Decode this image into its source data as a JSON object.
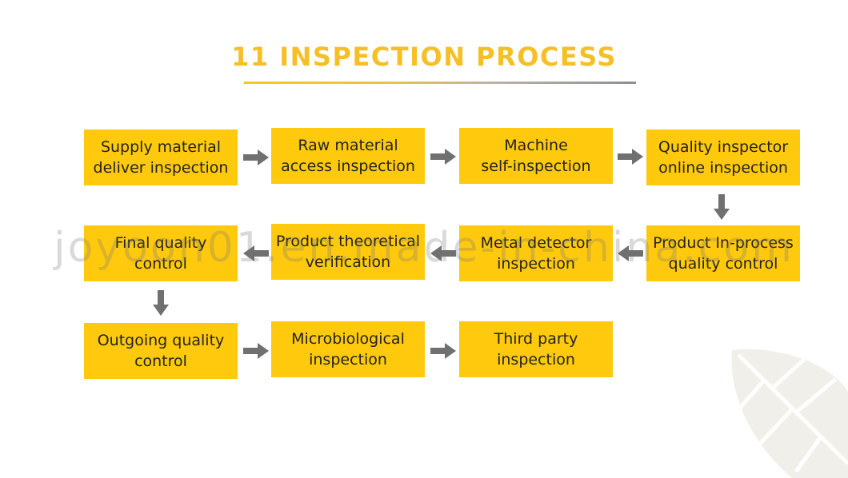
{
  "title": "11 INSPECTION PROCESS",
  "steps": [
    "Supply material\ndeliver inspection",
    "Raw material\naccess inspection",
    "Machine\nself-inspection",
    "Quality inspector\nonline inspection",
    "Product In-process\nquality control",
    "Metal detector\ninspection",
    "Product theoretical\nverification",
    "Final quality\ncontrol",
    "Outgoing quality\ncontrol",
    "Microbiological\ninspection",
    "Third party\ninspection"
  ],
  "watermark": "joyoon01.en.made-in-china.com",
  "colors": {
    "box": "#ffc90e",
    "title": "#f6bf25",
    "arrow": "#707070"
  }
}
